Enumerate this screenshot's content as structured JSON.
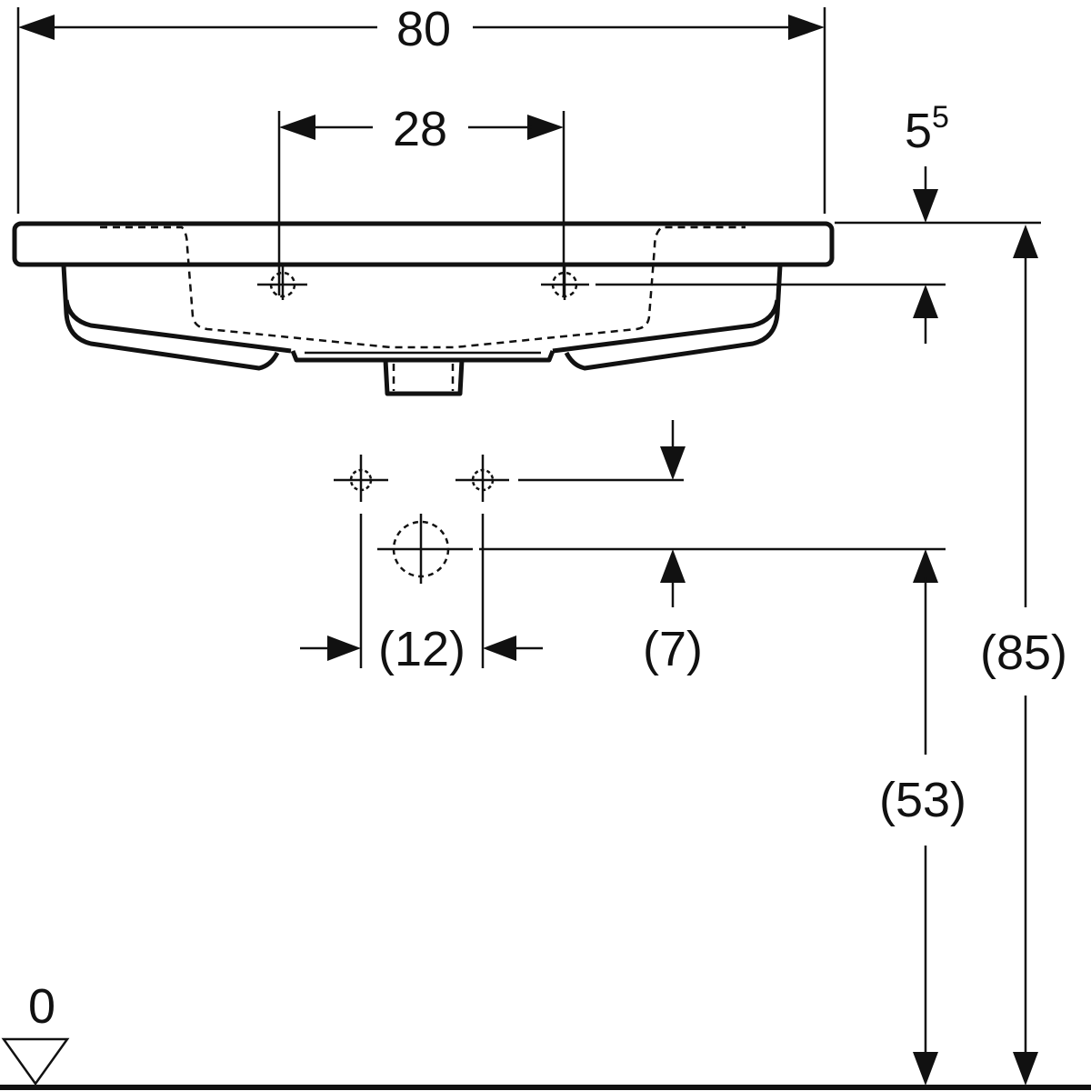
{
  "drawing": {
    "title": "Washbasin dimension drawing",
    "dimensions": {
      "overall_width": "80",
      "tap_hole_spacing": "28",
      "rim_thickness_main": "5",
      "rim_thickness_sup": "5",
      "wall_hole_spacing": "(12)",
      "wall_hole_offset": "(7)",
      "waste_height": "(53)",
      "rim_height": "(85)",
      "floor_level": "0"
    },
    "line_color": "#111111",
    "background": "#ffffff"
  }
}
